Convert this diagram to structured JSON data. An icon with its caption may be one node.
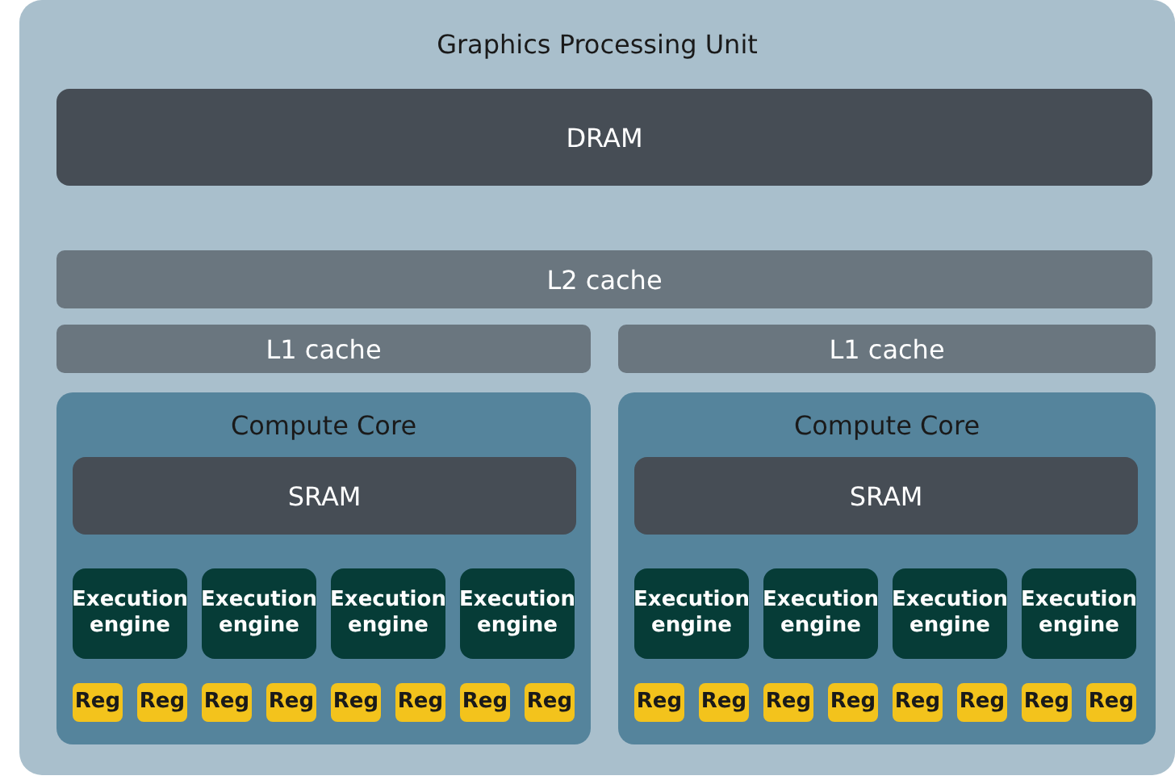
{
  "diagram": {
    "nodes": [
      {
        "text": [
          "Graphics Processing Unit"
        ]
      },
      {
        "text": [
          "DRAM"
        ],
        "in": 0
      },
      {
        "text": [
          "L2 cache"
        ],
        "in": 0
      },
      {
        "text": [
          "L1 cache"
        ],
        "in": 0
      },
      {
        "text": [
          "L1 cache"
        ],
        "in": 0
      },
      {
        "text": [
          "Compute Core"
        ],
        "in": 0
      },
      {
        "text": [
          "SRAM"
        ],
        "in": 5
      },
      {
        "text": [
          "Execution engine"
        ],
        "in": 5
      },
      {
        "text": [
          "Execution engine"
        ],
        "in": 5
      },
      {
        "text": [
          "Execution engine"
        ],
        "in": 5
      },
      {
        "text": [
          "Execution engine"
        ],
        "in": 5
      },
      {
        "text": [
          "Reg"
        ],
        "in": 5
      },
      {
        "text": [
          "Reg"
        ],
        "in": 5
      },
      {
        "text": [
          "Reg"
        ],
        "in": 5
      },
      {
        "text": [
          "Reg"
        ],
        "in": 5
      },
      {
        "text": [
          "Reg"
        ],
        "in": 5
      },
      {
        "text": [
          "Reg"
        ],
        "in": 5
      },
      {
        "text": [
          "Reg"
        ],
        "in": 5
      },
      {
        "text": [
          "Reg"
        ],
        "in": 5
      },
      {
        "text": [
          "Compute Core"
        ],
        "in": 0
      },
      {
        "text": [
          "SRAM"
        ],
        "in": 19
      },
      {
        "text": [
          "Execution engine"
        ],
        "in": 19
      },
      {
        "text": [
          "Execution engine"
        ],
        "in": 19
      },
      {
        "text": [
          "Execution engine"
        ],
        "in": 19
      },
      {
        "text": [
          "Execution engine"
        ],
        "in": 19
      },
      {
        "text": [
          "Reg"
        ],
        "in": 19
      },
      {
        "text": [
          "Reg"
        ],
        "in": 19
      },
      {
        "text": [
          "Reg"
        ],
        "in": 19
      },
      {
        "text": [
          "Reg"
        ],
        "in": 19
      },
      {
        "text": [
          "Reg"
        ],
        "in": 19
      },
      {
        "text": [
          "Reg"
        ],
        "in": 19
      },
      {
        "text": [
          "Reg"
        ],
        "in": 19
      },
      {
        "text": [
          "Reg"
        ],
        "in": 19
      }
    ]
  }
}
